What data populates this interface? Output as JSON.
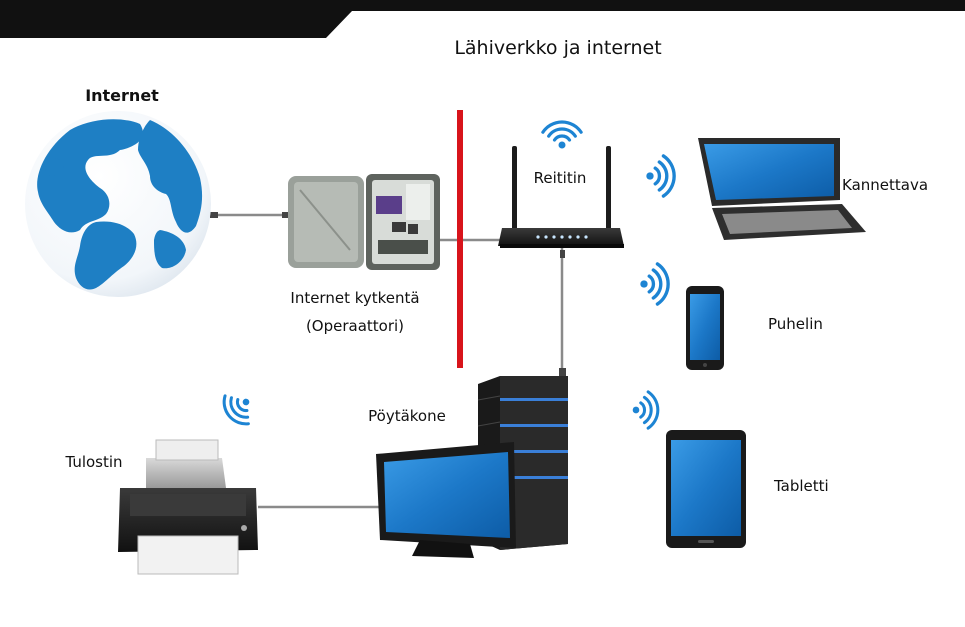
{
  "title": "Lähiverkko ja internet",
  "labels": {
    "internet": "Internet",
    "isp_line1": "Internet kytkentä",
    "isp_line2": "(Operaattori)",
    "router": "Reititin",
    "laptop": "Kannettava",
    "phone": "Puhelin",
    "desktop": "Pöytäkone",
    "printer": "Tulostin",
    "tablet": "Tabletti"
  },
  "colors": {
    "header_bar": "#111111",
    "globe": "#1e7fc4",
    "boundary_line": "#d8141b",
    "wifi": "#1d84d3",
    "screen": "#1570c0",
    "device_dark": "#1c1c1c",
    "cable": "#777777"
  },
  "icons": [
    "globe-icon",
    "isp-box-icon",
    "router-icon",
    "laptop-icon",
    "phone-icon",
    "tablet-icon",
    "desktop-tower-icon",
    "monitor-icon",
    "printer-icon",
    "wifi-icon"
  ]
}
